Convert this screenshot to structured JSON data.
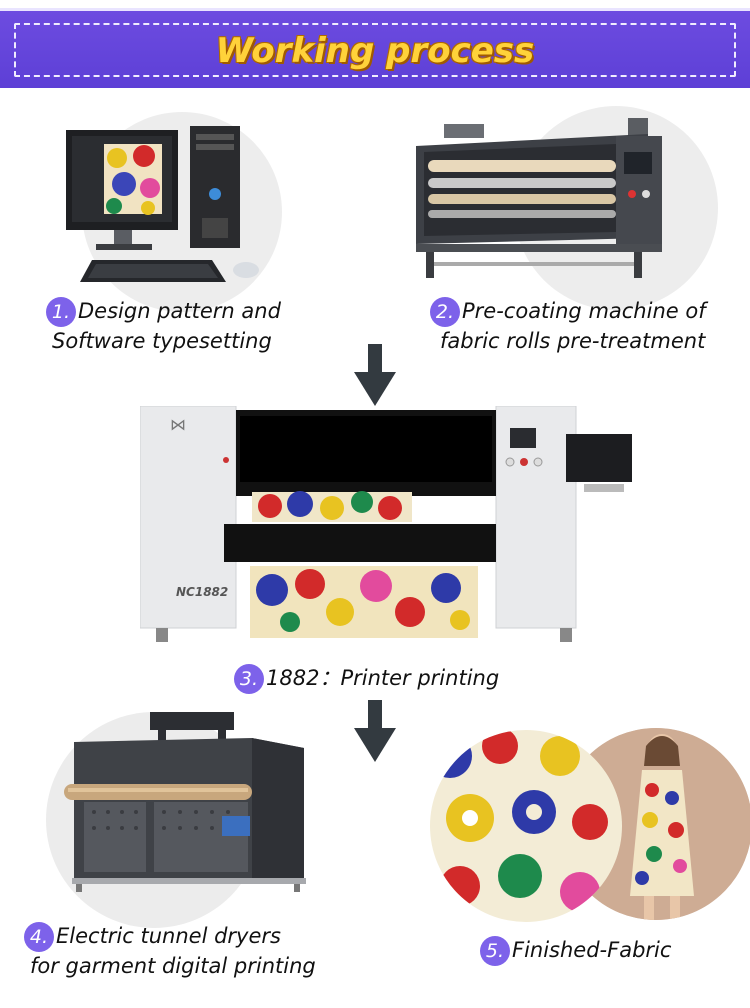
{
  "header": {
    "title": "Working process"
  },
  "steps": [
    {
      "num": "1.",
      "line1": "Design pattern and",
      "line2": "Software typesetting",
      "icon": "computer-icon"
    },
    {
      "num": "2.",
      "line1": "Pre-coating machine of",
      "line2": "fabric rolls pre-treatment",
      "icon": "coating-machine-icon"
    },
    {
      "num": "3.",
      "line1": "1882：Printer printing",
      "icon": "printer-icon"
    },
    {
      "num": "4.",
      "line1": "Electric tunnel dryers",
      "line2": "for garment digital printing",
      "icon": "dryer-icon"
    },
    {
      "num": "5.",
      "line1": "Finished-Fabric",
      "icon": "fabric-icon"
    }
  ],
  "printer": {
    "model": "NC1882"
  },
  "colors": {
    "accent": "#6d4ce0",
    "badge": "#7d62ea",
    "title": "#ffd23a",
    "arrow": "#333a40"
  }
}
